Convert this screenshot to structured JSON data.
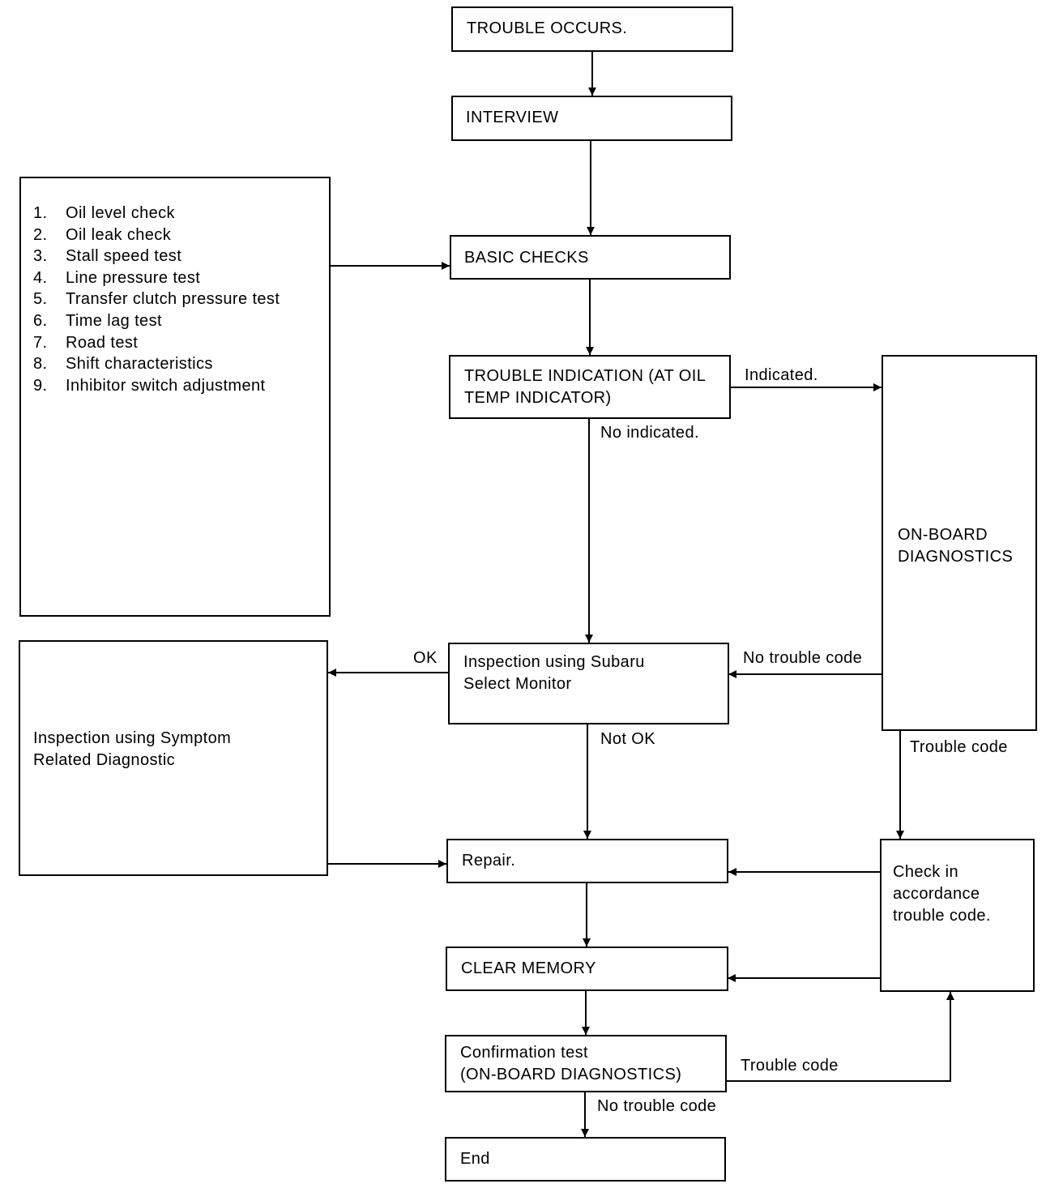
{
  "nodes": {
    "trouble_occurs": "TROUBLE OCCURS.",
    "interview": "INTERVIEW",
    "basic_checks": "BASIC CHECKS",
    "trouble_indication": {
      "line1": "TROUBLE INDICATION (AT OIL",
      "line2": "TEMP INDICATOR)"
    },
    "on_board_diagnostics": {
      "line1": "ON-BOARD",
      "line2": "DIAGNOSTICS"
    },
    "select_monitor": {
      "line1": "Inspection using Subaru",
      "line2": "Select Monitor"
    },
    "symptom_related": {
      "line1": "Inspection using Symptom",
      "line2": "Related Diagnostic"
    },
    "repair": "Repair.",
    "check_trouble_code": {
      "line1": "Check in",
      "line2": "accordance",
      "line3": "trouble code."
    },
    "clear_memory": "CLEAR MEMORY",
    "confirmation_test": {
      "line1": "Confirmation test",
      "line2": "(ON-BOARD DIAGNOSTICS)"
    },
    "end": "End"
  },
  "basic_check_list": [
    {
      "num": "1.",
      "text": "Oil level check"
    },
    {
      "num": "2.",
      "text": "Oil leak check"
    },
    {
      "num": "3.",
      "text": "Stall speed test"
    },
    {
      "num": "4.",
      "text": "Line pressure test"
    },
    {
      "num": "5.",
      "text": "Transfer clutch pressure test"
    },
    {
      "num": "6.",
      "text": "Time lag test"
    },
    {
      "num": "7.",
      "text": "Road test"
    },
    {
      "num": "8.",
      "text": "Shift characteristics"
    },
    {
      "num": "9.",
      "text": "Inhibitor switch adjustment"
    }
  ],
  "edge_labels": {
    "indicated": "Indicated.",
    "no_indicated": "No indicated.",
    "ok": "OK",
    "no_trouble_code_obd": "No trouble code",
    "not_ok": "Not OK",
    "trouble_code_obd": "Trouble code",
    "trouble_code_confirm": "Trouble code",
    "no_trouble_code_confirm": "No trouble code"
  }
}
